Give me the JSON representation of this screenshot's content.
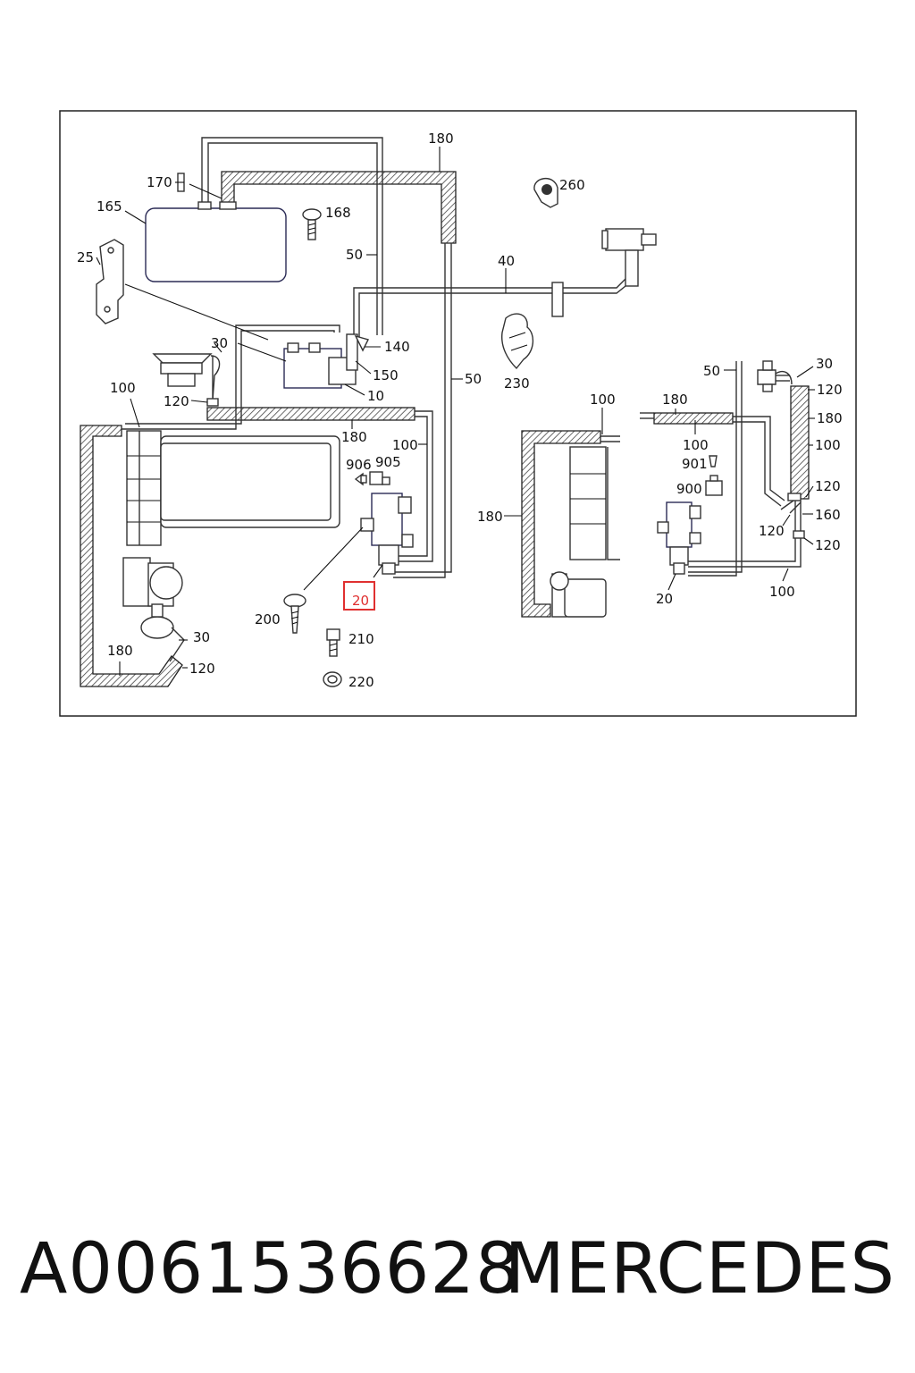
{
  "diagram": {
    "callouts": {
      "c180_top": "180",
      "c170": "170",
      "c165": "165",
      "c168": "168",
      "c260": "260",
      "c25": "25",
      "c50_a": "50",
      "c40": "40",
      "c30_a": "30",
      "c140": "140",
      "c150": "150",
      "c10": "10",
      "c230": "230",
      "c50_b": "50",
      "c100_a": "100",
      "c120_a": "120",
      "c180_mid": "180",
      "c100_b": "100",
      "c906": "906",
      "c905": "905",
      "c20_highlight": "20",
      "c200": "200",
      "c210": "210",
      "c220": "220",
      "c30_b": "30",
      "c180_bot": "180",
      "c120_b": "120",
      "c100_c": "100",
      "c180_c": "180",
      "c180_d": "180",
      "c100_d": "100",
      "c901": "901",
      "c900": "900",
      "c20_b": "20",
      "c50_c": "50",
      "c30_c": "30",
      "c120_c": "120",
      "c180_e": "180",
      "c100_e": "100",
      "c120_d": "120",
      "c120_e": "120",
      "c160": "160",
      "c120_f": "120",
      "c100_f": "100"
    },
    "highlight_color": "#e03030"
  },
  "footer": {
    "part_number": "A0061536628",
    "brand": "MERCEDES"
  }
}
